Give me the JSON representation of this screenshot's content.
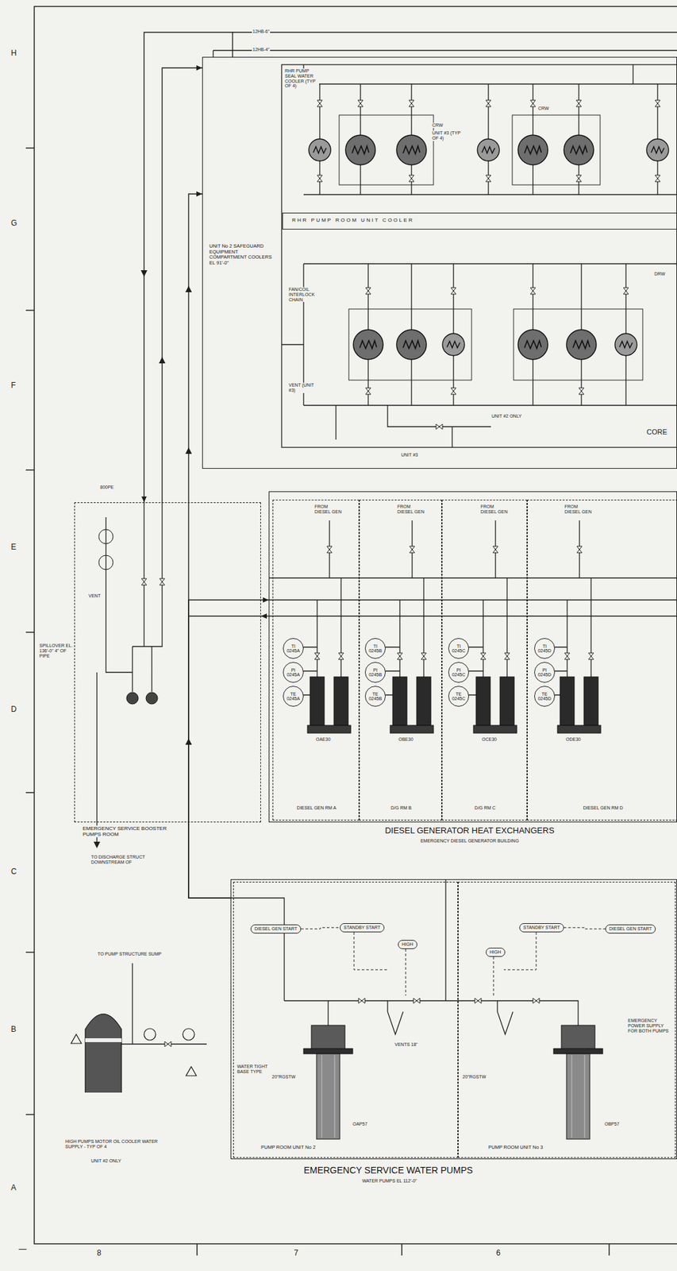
{
  "diagram": {
    "nodes": [
      {
        "text": [
          "UNIT No 2 SAFEGUARD EQUIPMENT COMPARTMENT COOLERS EL 91'-0\""
        ]
      },
      {
        "text": [
          "RHR PUMP ROOM UNIT COOLER"
        ],
        "in": 0
      },
      {
        "text": [
          "EMERGENCY SERVICE BOOSTER PUMPS ROOM"
        ]
      },
      {
        "text": [
          "DIESEL GENERATOR HEAT EXCHANGERS",
          "EMERGENCY DIESEL GENERATOR BUILDING"
        ]
      },
      {
        "text": [
          "DIESEL GEN RM A"
        ],
        "in": 3
      },
      {
        "text": [
          "D/G RM B"
        ],
        "in": 3
      },
      {
        "text": [
          "D/G RM C"
        ],
        "in": 3
      },
      {
        "text": [
          "DIESEL GEN RM D"
        ],
        "in": 3
      },
      {
        "text": [
          "TI",
          "0245A"
        ],
        "in": 4
      },
      {
        "text": [
          "PI",
          "0245A"
        ],
        "in": 4
      },
      {
        "text": [
          "TE",
          "0245A"
        ],
        "in": 4
      },
      {
        "text": [
          "TI",
          "0245B"
        ],
        "in": 5
      },
      {
        "text": [
          "PI",
          "0245B"
        ],
        "in": 5
      },
      {
        "text": [
          "TE",
          "0245B"
        ],
        "in": 5
      },
      {
        "text": [
          "TI",
          "0245C"
        ],
        "in": 6
      },
      {
        "text": [
          "PI",
          "0245C"
        ],
        "in": 6
      },
      {
        "text": [
          "TE",
          "0245C"
        ],
        "in": 6
      },
      {
        "text": [
          "TI",
          "0245D"
        ],
        "in": 7
      },
      {
        "text": [
          "PI",
          "0245D"
        ],
        "in": 7
      },
      {
        "text": [
          "TE",
          "0245D"
        ],
        "in": 7
      },
      {
        "text": [
          "EMERGENCY SERVICE WATER PUMPS",
          "WATER PUMPS EL 112'-0\""
        ]
      },
      {
        "text": [
          "PUMP ROOM UNIT No 2"
        ],
        "in": 20
      },
      {
        "text": [
          "PUMP ROOM UNIT No 3"
        ],
        "in": 20
      },
      {
        "text": [
          "STANDBY START"
        ],
        "in": 21
      },
      {
        "text": [
          "STANDBY START"
        ],
        "in": 22
      },
      {
        "text": [
          "DIESEL GEN START"
        ],
        "in": 21
      },
      {
        "text": [
          "DIESEL GEN START"
        ],
        "in": 22
      },
      {
        "text": [
          "HIGH"
        ],
        "in": 21
      },
      {
        "text": [
          "HIGH"
        ],
        "in": 22
      }
    ],
    "edges": [
      {
        "from": 20,
        "to": 0,
        "arrow": "to"
      },
      {
        "from": 20,
        "to": 3,
        "arrow": "to"
      },
      {
        "from": 3,
        "to": 2,
        "arrow": "to"
      },
      {
        "from": 2,
        "to": 0,
        "arrow": "to"
      },
      {
        "from": 0,
        "to": 2,
        "arrow": "to"
      },
      {
        "from": 25,
        "to": 23,
        "arrow": "none"
      },
      {
        "from": 24,
        "to": 26,
        "arrow": "none"
      }
    ],
    "labels": [
      "H",
      "G",
      "F",
      "E",
      "D",
      "C",
      "B",
      "A",
      "8",
      "7",
      "6",
      "12HB-6\"",
      "12HB-4\"",
      "RHR PUMP SEAL WATER COOLER (TYP OF 4)",
      "CRW",
      "UNIT #3 (TYP OF 4)",
      "CRW",
      "FAN/COIL INTERLOCK CHAIN",
      "VENT (UNIT #3)",
      "UNIT #2 ONLY",
      "UNIT #3",
      "DRW",
      "CORE",
      "800PE",
      "VENT",
      "SPILLOVER EL. 136'-0\" 4\" OF PIPE",
      "TO DISCHARGE STRUCT DOWNSTREAM OF",
      "FROM DIESEL GEN",
      "FROM DIESEL GEN",
      "FROM DIESEL GEN",
      "FROM DIESEL GEN",
      "OAE30",
      "OBE30",
      "OCE30",
      "ODE30",
      "TO PUMP STRUCTURE SUMP",
      "HIGH PUMPS MOTOR OIL COOLER WATER SUPPLY - TYP OF 4",
      "UNIT #2 ONLY",
      "WATER TIGHT BASE TYPE",
      "OAP57",
      "OBP57",
      "20\"RGSTW",
      "20\"RGSTW",
      "VENTS 18\"",
      "EMERGENCY POWER SUPPLY FOR BOTH PUMPS",
      "—"
    ]
  }
}
